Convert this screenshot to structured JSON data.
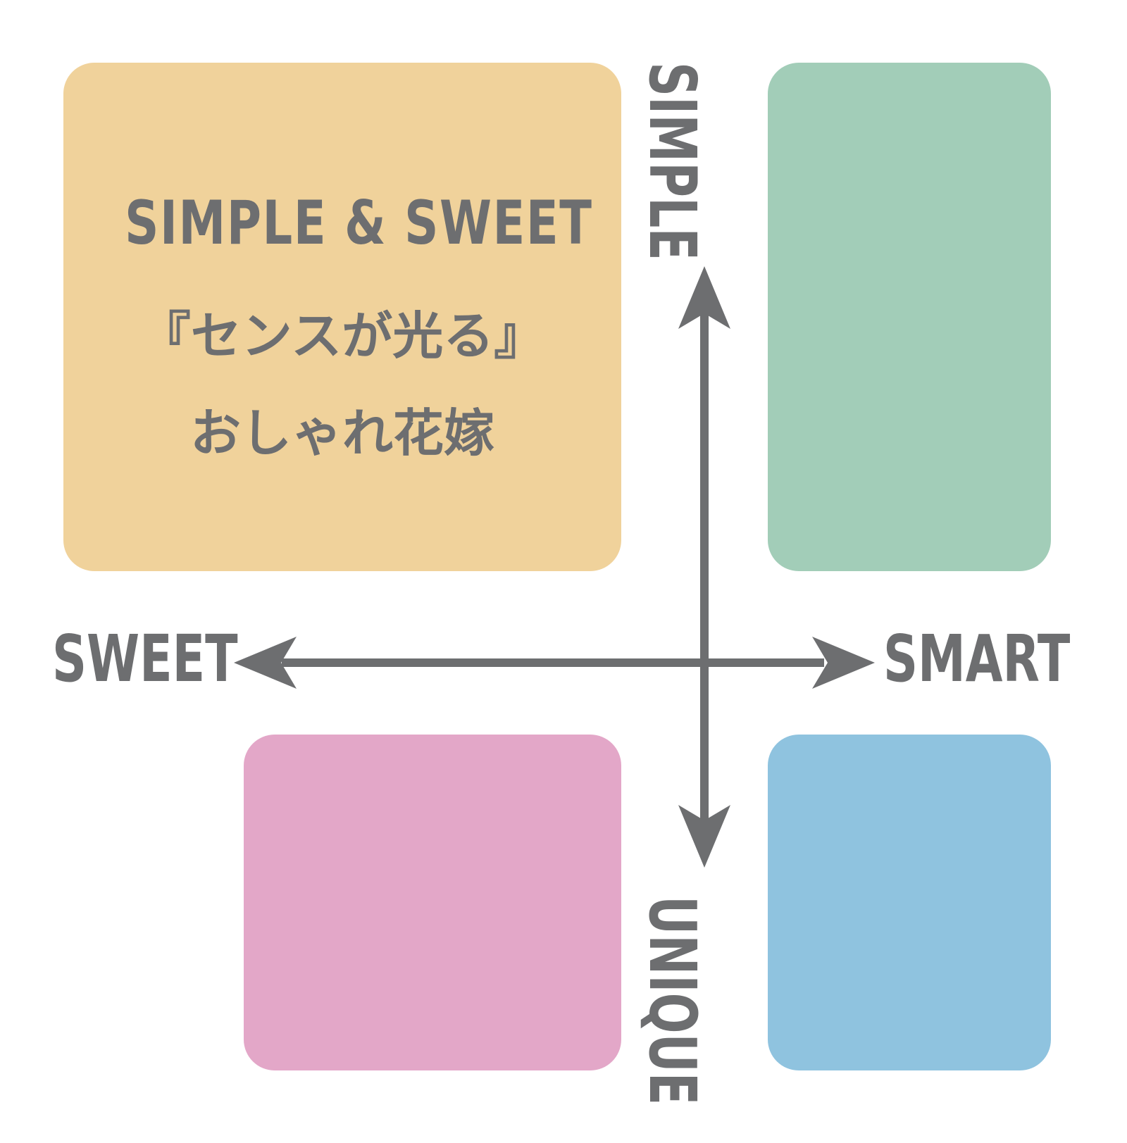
{
  "diagram": {
    "type": "positioning-map",
    "colors": {
      "axis": "#6d6e70",
      "text": "#6d6e70",
      "top_left": "#f0d29b",
      "top_right": "#a2cdb8",
      "bottom_left": "#e3a7c8",
      "bottom_right": "#8fc3df",
      "background": "#ffffff"
    },
    "axes": {
      "top": "SIMPLE",
      "bottom": "UNIQUE",
      "left": "SWEET",
      "right": "SMART"
    },
    "quadrants": {
      "top_left": {
        "title": "SIMPLE & SWEET",
        "subtitle_line1": "『センスが光る』",
        "subtitle_line2": "おしゃれ花嫁"
      },
      "top_right": {},
      "bottom_left": {},
      "bottom_right": {}
    }
  }
}
